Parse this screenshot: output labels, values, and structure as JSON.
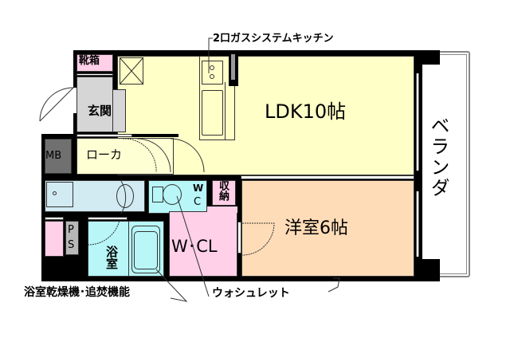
{
  "floorplan": {
    "colors": {
      "ldk": "#ffffc8",
      "western_room": "#ffdcb8",
      "entrance": "#d6d6d6",
      "shoe_box": "#ffd0e8",
      "corridor": "#ffffd4",
      "washroom": "#d2eaf2",
      "bath": "#b8f6f8",
      "wc": "#b8f6f8",
      "closet": "#ffd0e8",
      "walk_in_closet": "#ffd0e8",
      "mb": "#707070",
      "ps": "#b8b8b8",
      "wall": "#000000",
      "balcony": "#ffffff"
    },
    "rooms": {
      "ldk": "LDK10帖",
      "western_room": "洋室6帖",
      "entrance": "玄関",
      "shoe_box": "靴箱",
      "corridor": "ローカ",
      "mb": "MB",
      "ps": "PS",
      "bath": "浴室",
      "wc": "WC",
      "storage": "収納",
      "walk_in_closet": "W･CL",
      "balcony": "ベランダ"
    },
    "annotations": {
      "kitchen": "2口ガスシステムキッチン",
      "bath_features": "浴室乾燥機･追焚機能",
      "washlet": "ウォシュレット"
    }
  }
}
